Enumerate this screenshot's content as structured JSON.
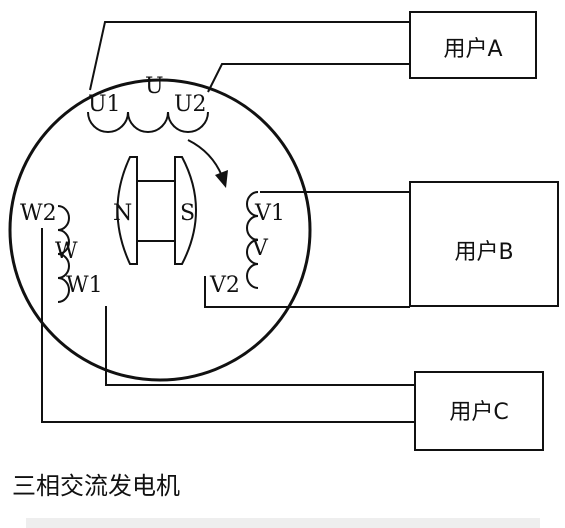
{
  "diagram": {
    "caption": "三相交流发电机",
    "users": {
      "a": "用户A",
      "b": "用户B",
      "c": "用户C"
    },
    "windings": {
      "u": "U",
      "u1": "U1",
      "u2": "U2",
      "v": "V",
      "v1": "V1",
      "v2": "V2",
      "w": "W",
      "w1": "W1",
      "w2": "W2"
    },
    "poles": {
      "north": "N",
      "south": "S"
    }
  },
  "colors": {
    "line": "#111111",
    "footer_bar": "#eeeeee"
  }
}
